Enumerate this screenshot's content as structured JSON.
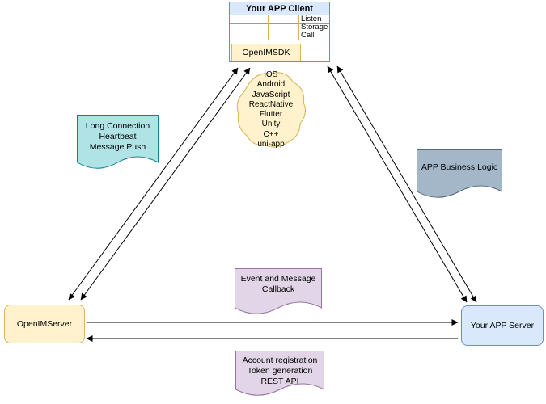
{
  "client": {
    "title": "Your APP Client",
    "rows": [
      "Listen",
      "Storage",
      "Call"
    ],
    "sdk_label": "OpenIMSDK"
  },
  "cloud_platforms": [
    "iOS",
    "Android",
    "JavaScript",
    "ReactNative",
    "Flutter",
    "Unity",
    "C++",
    "uni-app"
  ],
  "notes": {
    "long_connection": {
      "lines": [
        "Long Connection",
        "Heartbeat",
        "Message Push"
      ]
    },
    "app_business_logic": {
      "lines": [
        "APP Business Logic"
      ]
    },
    "event_callback": {
      "lines": [
        "Event and Message",
        "Callback"
      ]
    },
    "account_registration": {
      "lines": [
        "Account registration",
        "Token generation",
        "REST API"
      ]
    }
  },
  "servers": {
    "openim_server": "OpenIMServer",
    "app_server": "Your APP Server"
  },
  "colors": {
    "yellow_fill": "#fff2cc",
    "yellow_stroke": "#d6b656",
    "blue_fill": "#dae8fc",
    "blue_stroke": "#6c8ebf",
    "teal_fill": "#b0e3e6",
    "teal_stroke": "#10808c",
    "gray_fill": "#a3b7c9",
    "gray_stroke": "#56687a",
    "purple_fill": "#e1d5e7",
    "purple_stroke": "#9673a6",
    "arrow": "#000000"
  }
}
